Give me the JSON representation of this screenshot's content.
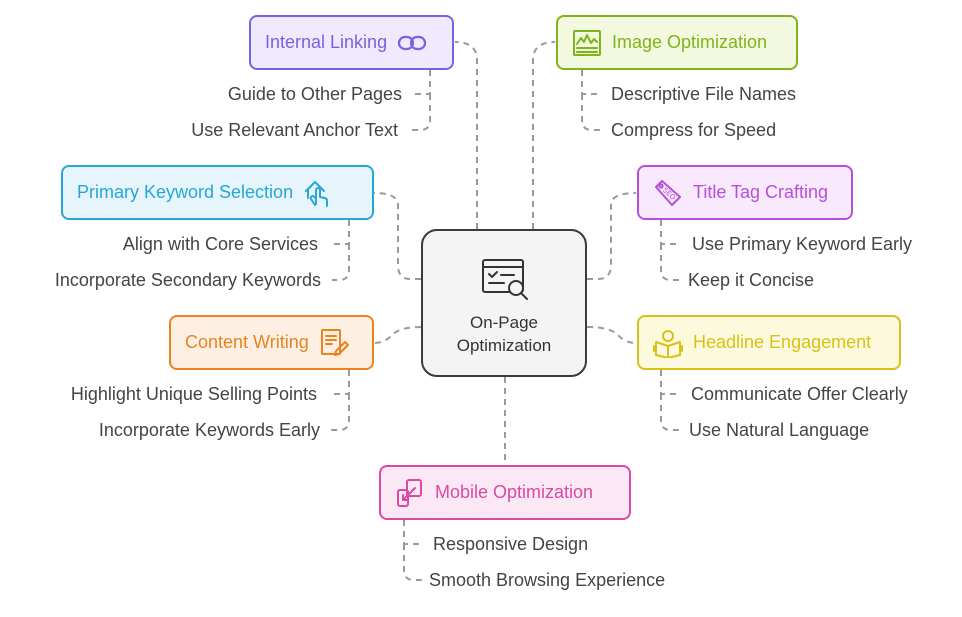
{
  "center": {
    "label": "On-Page\nOptimization",
    "icon": "checklist-search-icon"
  },
  "topics": {
    "internal_linking": {
      "label": "Internal Linking",
      "icon": "link-icon",
      "color": "#7b61e0",
      "fill": "#efeafd",
      "subs": [
        "Guide to Other Pages",
        "Use Relevant Anchor Text"
      ]
    },
    "image_optimization": {
      "label": "Image Optimization",
      "icon": "image-chart-icon",
      "color": "#7fb41a",
      "fill": "#f2f9de",
      "subs": [
        "Descriptive File Names",
        "Compress for Speed"
      ]
    },
    "primary_keyword": {
      "label": "Primary Keyword Selection",
      "icon": "touch-home-icon",
      "color": "#27a7d6",
      "fill": "#e5f5fb",
      "subs": [
        "Align with Core Services",
        "Incorporate Secondary Keywords"
      ]
    },
    "title_tag": {
      "label": "Title Tag Crafting",
      "icon": "seo-tag-icon",
      "color": "#b84fd9",
      "fill": "#f8e9fd",
      "subs": [
        "Use Primary Keyword Early",
        "Keep it Concise"
      ]
    },
    "content_writing": {
      "label": "Content Writing",
      "icon": "document-pen-icon",
      "color": "#e88322",
      "fill": "#fdf0e3",
      "subs": [
        "Highlight Unique Selling Points",
        "Incorporate Keywords Early"
      ]
    },
    "headline": {
      "label": "Headline Engagement",
      "icon": "reader-book-icon",
      "color": "#d9c117",
      "fill": "#fdf9dd",
      "subs": [
        "Communicate Offer Clearly",
        "Use Natural Language"
      ]
    },
    "mobile": {
      "label": "Mobile Optimization",
      "icon": "mobile-touch-icon",
      "color": "#d94aa5",
      "fill": "#fce8f4",
      "subs": [
        "Responsive Design",
        "Smooth Browsing Experience"
      ]
    }
  }
}
